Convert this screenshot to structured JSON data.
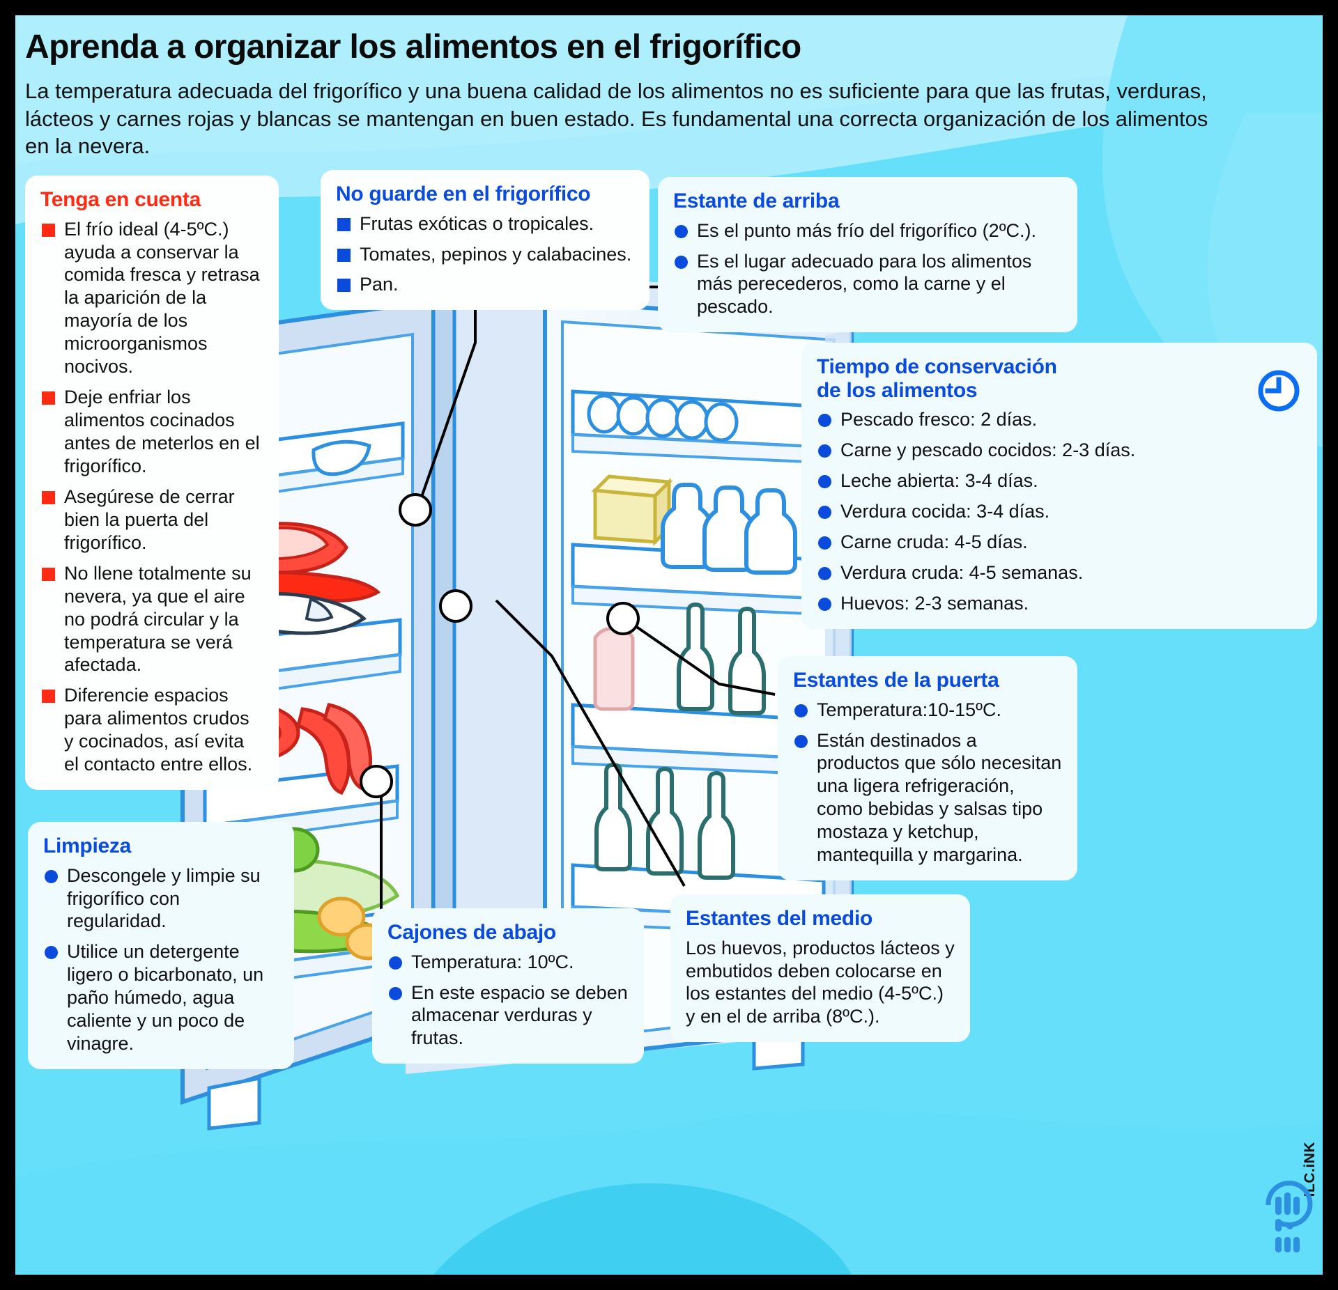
{
  "header": {
    "title": "Aprenda a organizar los alimentos en el frigorífico",
    "subtitle": "La temperatura adecuada del frigorífico y una buena calidad de los alimentos no es suficiente para que las frutas, verduras, lácteos y carnes rojas y blancas se mantengan en buen estado. Es fundamental una correcta organización de los alimentos en la nevera."
  },
  "colors": {
    "background": "#66dffb",
    "panel": "#effbfd",
    "accent_red": "#ff2a13",
    "accent_blue": "#0b4bdb",
    "fridge_outline": "#2d8fe0"
  },
  "boxes": {
    "tenga": {
      "title": "Tenga en cuenta",
      "bullet": "square-red",
      "items": [
        "El frío ideal (4-5ºC.) ayuda a conservar la comida fresca y retrasa la aparición de la mayoría de los microorganismos nocivos.",
        "Deje enfriar los alimentos cocinados antes de meterlos en el frigorífico.",
        "Asegúrese de cerrar bien la puerta del frigorífico.",
        "No llene totalmente su nevera, ya que el aire no podrá circular y la temperatura se verá afectada.",
        "Diferencie espacios para alimentos crudos y cocinados, así evita el contacto entre ellos."
      ]
    },
    "no_guarde": {
      "title": "No guarde en el frigorífico",
      "bullet": "square-blue",
      "items": [
        "Frutas exóticas o tropicales.",
        "Tomates, pepinos y calabacines.",
        "Pan."
      ]
    },
    "estante_arriba": {
      "title": "Estante de arriba",
      "bullet": "dot-blue",
      "items": [
        "Es el punto más frío del frigorífico (2ºC.).",
        "Es el lugar adecuado para los alimentos más perecederos, como la carne y el pescado."
      ]
    },
    "tiempo": {
      "title_line1": "Tiempo de conservación",
      "title_line2": "de los alimentos",
      "bullet": "dot-blue",
      "icon": "clock-icon",
      "items": [
        "Pescado fresco: 2 días.",
        "Carne y pescado cocidos: 2-3 días.",
        "Leche abierta: 3-4 días.",
        "Verdura cocida: 3-4 días.",
        "Carne cruda: 4-5 días.",
        "Verdura cruda: 4-5 semanas.",
        "Huevos: 2-3 semanas."
      ]
    },
    "estantes_puerta": {
      "title": "Estantes de la puerta",
      "bullet": "dot-blue",
      "items": [
        "Temperatura:10-15ºC.",
        "Están destinados a productos que sólo necesitan una ligera refrigeración, como bebidas y salsas tipo mostaza y ketchup, mantequilla y margarina."
      ]
    },
    "limpieza": {
      "title": "Limpieza",
      "bullet": "dot-blue",
      "items": [
        "Descongele y limpie su frigorífico con regularidad.",
        "Utilice un detergente ligero o bicarbonato, un paño húmedo, agua caliente y un poco de vinagre."
      ]
    },
    "cajones": {
      "title": "Cajones de abajo",
      "bullet": "dot-blue",
      "items": [
        "Temperatura: 10ºC.",
        "En este espacio se deben almacenar verduras y frutas."
      ]
    },
    "estantes_medio": {
      "title": "Estantes del medio",
      "paragraph": "Los huevos, productos lácteos y embutidos deben colocarse en los estantes del medio (4-5ºC.) y en el de arriba (8ºC.)."
    }
  },
  "logo": {
    "text": "ILC.iNK"
  }
}
